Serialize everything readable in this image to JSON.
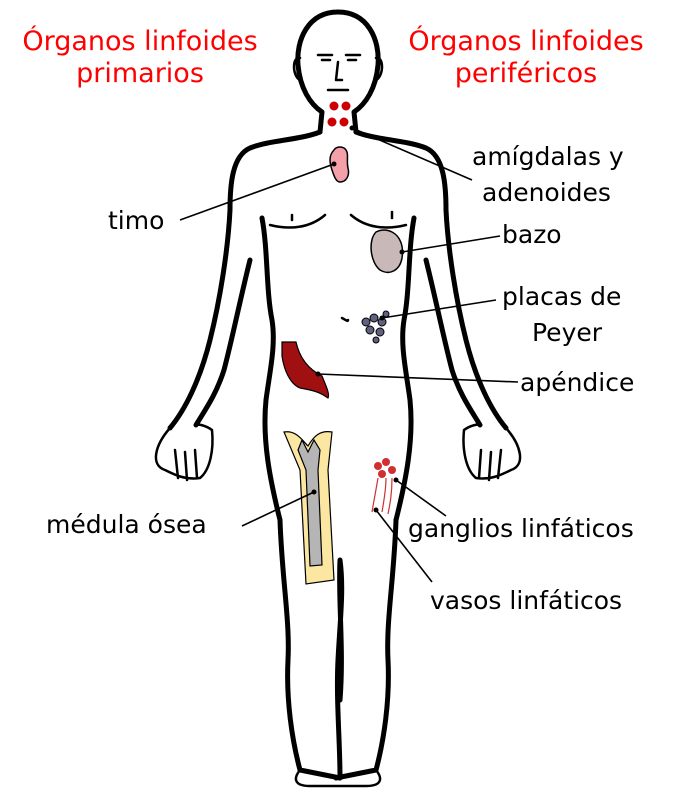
{
  "headers": {
    "primary": [
      "Órganos linfoides",
      "primarios"
    ],
    "peripheral": [
      "Órganos linfoides",
      "periféricos"
    ],
    "color": "#ff0000"
  },
  "labels": {
    "tonsils": [
      "amígdalas y",
      "adenoides"
    ],
    "thymus": "timo",
    "spleen": "bazo",
    "peyer": [
      "placas de",
      "Peyer"
    ],
    "appendix": "apéndice",
    "bone_marrow": "médula ósea",
    "lymph_nodes": "ganglios linfáticos",
    "lymph_vessels": "vasos linfáticos"
  },
  "colors": {
    "tonsils": "#cc0000",
    "thymus": "#f4a0a8",
    "spleen": "#c8b8b8",
    "appendix": "#a01010",
    "bone_marrow_outer": "#fbe7a1",
    "bone_marrow_inner": "#b5b5b5",
    "lymph_nodes": "#d03030"
  }
}
